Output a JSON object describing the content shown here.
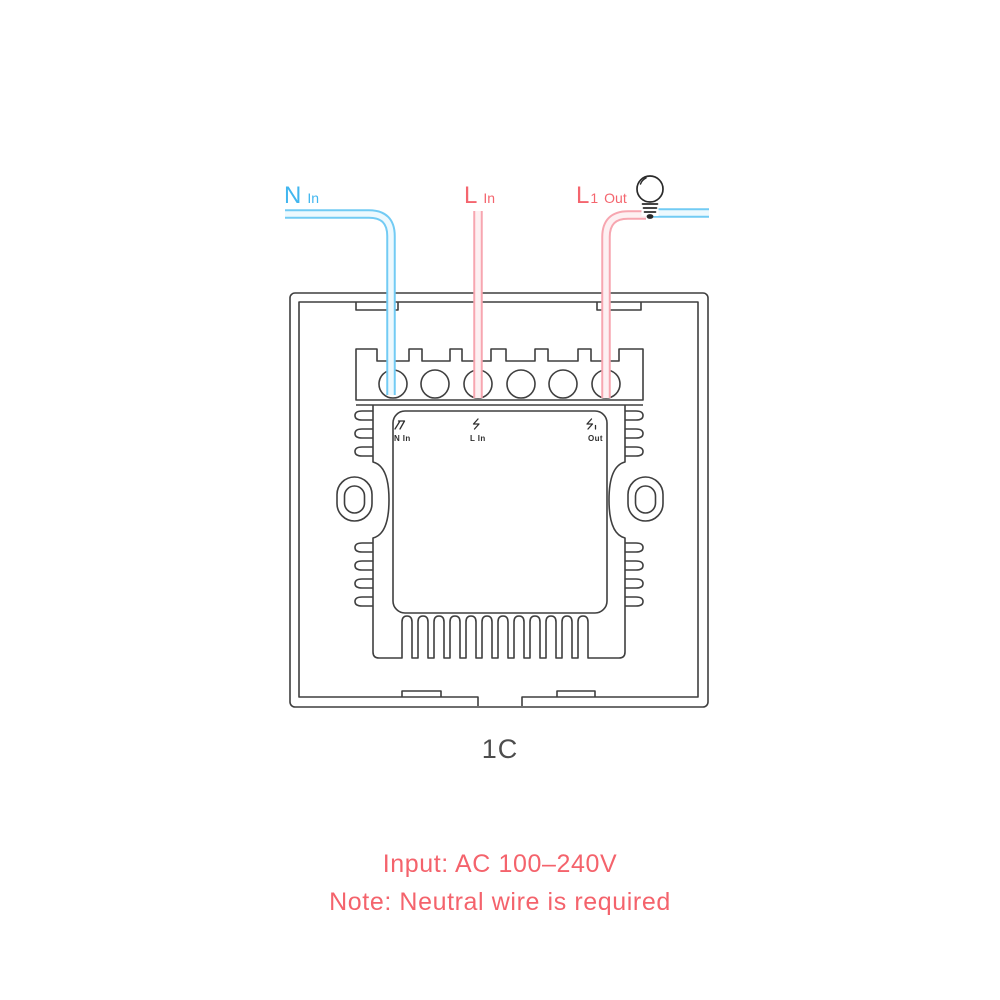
{
  "diagram": {
    "model_label": "1C",
    "wire_labels": {
      "neutral": {
        "main": "N",
        "sub": "In"
      },
      "live_in": {
        "main": "L",
        "sub": "In"
      },
      "live_out": {
        "main": "L",
        "sub_number": "1",
        "sub": "Out"
      }
    },
    "terminal_labels": {
      "neutral": "N In",
      "live": "L In",
      "out": "Out"
    },
    "notes": {
      "input": "Input: AC 100–240V",
      "neutral_required": "Note: Neutral wire is required"
    },
    "colors": {
      "neutral_wire": "#72cbf4",
      "neutral_wire_fill": "#edf9fe",
      "live_wire": "#f7a6b0",
      "live_wire_fill": "#fdf0f2",
      "neutral_label": "#41b6ef",
      "live_label": "#f4656e",
      "note_text": "#f4636c",
      "outline": "#3f3f3f"
    }
  }
}
